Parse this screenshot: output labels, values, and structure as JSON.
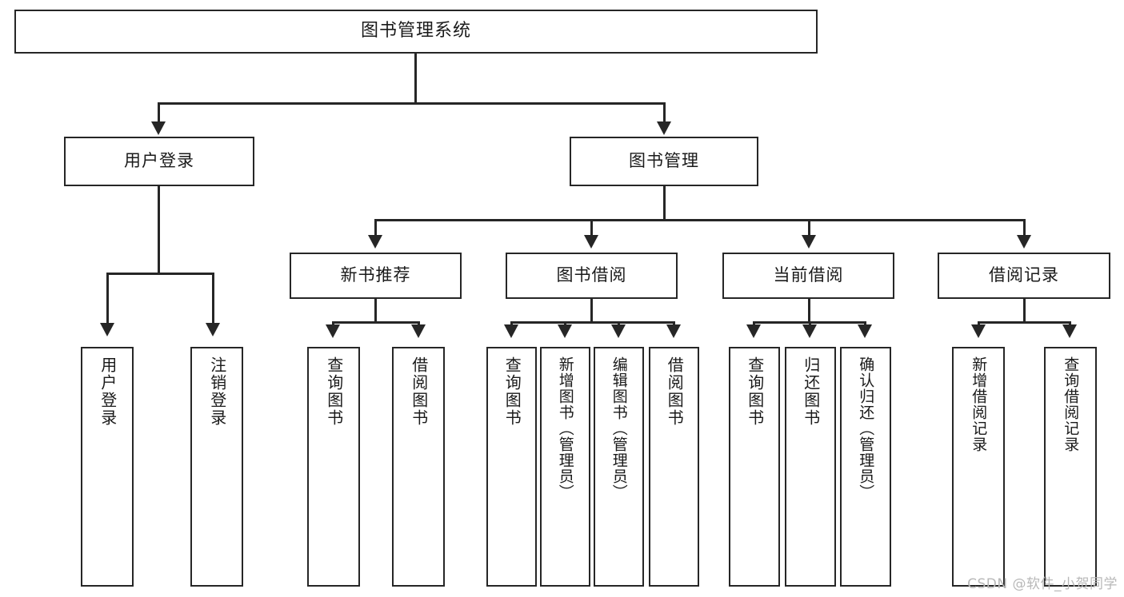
{
  "diagram": {
    "title": "图书管理系统",
    "watermark": "CSDN @软件_小贺同学",
    "type": "tree-hierarchy",
    "levels": 4,
    "root": {
      "label": "图书管理系统",
      "id": "root"
    },
    "level2": [
      {
        "id": "user-login",
        "label": "用户登录"
      },
      {
        "id": "book-manage",
        "label": "图书管理"
      }
    ],
    "level3": [
      {
        "id": "new-book-rec",
        "label": "新书推荐",
        "parent": "book-manage"
      },
      {
        "id": "book-borrow",
        "label": "图书借阅",
        "parent": "book-manage"
      },
      {
        "id": "current-borrow",
        "label": "当前借阅",
        "parent": "book-manage"
      },
      {
        "id": "borrow-record",
        "label": "借阅记录",
        "parent": "book-manage"
      }
    ],
    "leaves": {
      "user_login": [
        {
          "id": "leaf-user-login",
          "label": "用户登录"
        },
        {
          "id": "leaf-user-logout",
          "label": "注销登录"
        }
      ],
      "new_book_rec": [
        {
          "id": "leaf-query-book-1",
          "label": "查询图书"
        },
        {
          "id": "leaf-borrow-book-1",
          "label": "借阅图书"
        }
      ],
      "book_borrow": [
        {
          "id": "leaf-query-book-2",
          "label": "查询图书"
        },
        {
          "id": "leaf-add-book",
          "label": "新增图书（管理员）"
        },
        {
          "id": "leaf-edit-book",
          "label": "编辑图书（管理员）"
        },
        {
          "id": "leaf-borrow-book-2",
          "label": "借阅图书"
        }
      ],
      "current_borrow": [
        {
          "id": "leaf-query-book-3",
          "label": "查询图书"
        },
        {
          "id": "leaf-return-book",
          "label": "归还图书"
        },
        {
          "id": "leaf-confirm-return",
          "label": "确认归还（管理员）"
        }
      ],
      "borrow_record": [
        {
          "id": "leaf-add-record",
          "label": "新增借阅记录"
        },
        {
          "id": "leaf-query-record",
          "label": "查询借阅记录"
        }
      ]
    },
    "colors": {
      "stroke": "#262626",
      "fill": "#ffffff",
      "text": "#1a1a1a",
      "watermark": "#b8b8b8"
    }
  }
}
